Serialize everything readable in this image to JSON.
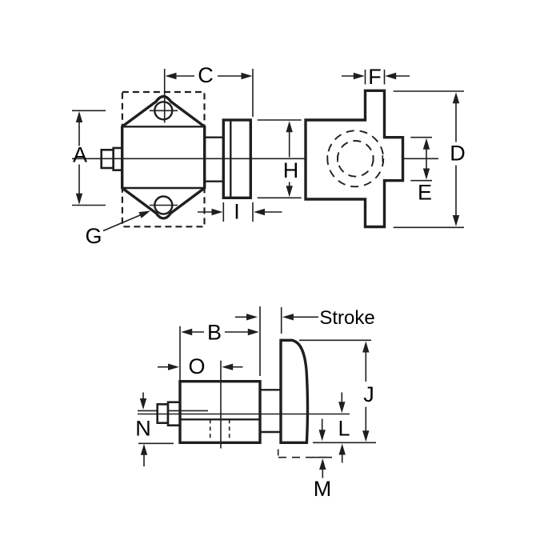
{
  "drawing": {
    "background": "#ffffff",
    "line_color": "#1f1f1f",
    "label_color": "#000000",
    "views": {
      "front_view_dimensions": [
        "A",
        "C",
        "G",
        "H",
        "I"
      ],
      "end_view_dimensions": [
        "F",
        "D",
        "E"
      ],
      "side_view_dimensions": [
        "B",
        "O",
        "N",
        "J",
        "L",
        "M",
        "Stroke"
      ]
    },
    "labels": {
      "a": "A",
      "b": "B",
      "c": "C",
      "d": "D",
      "e": "E",
      "f": "F",
      "g": "G",
      "h": "H",
      "i": "I",
      "j": "J",
      "l": "L",
      "m": "M",
      "n": "N",
      "o": "O",
      "stroke": "Stroke"
    }
  }
}
